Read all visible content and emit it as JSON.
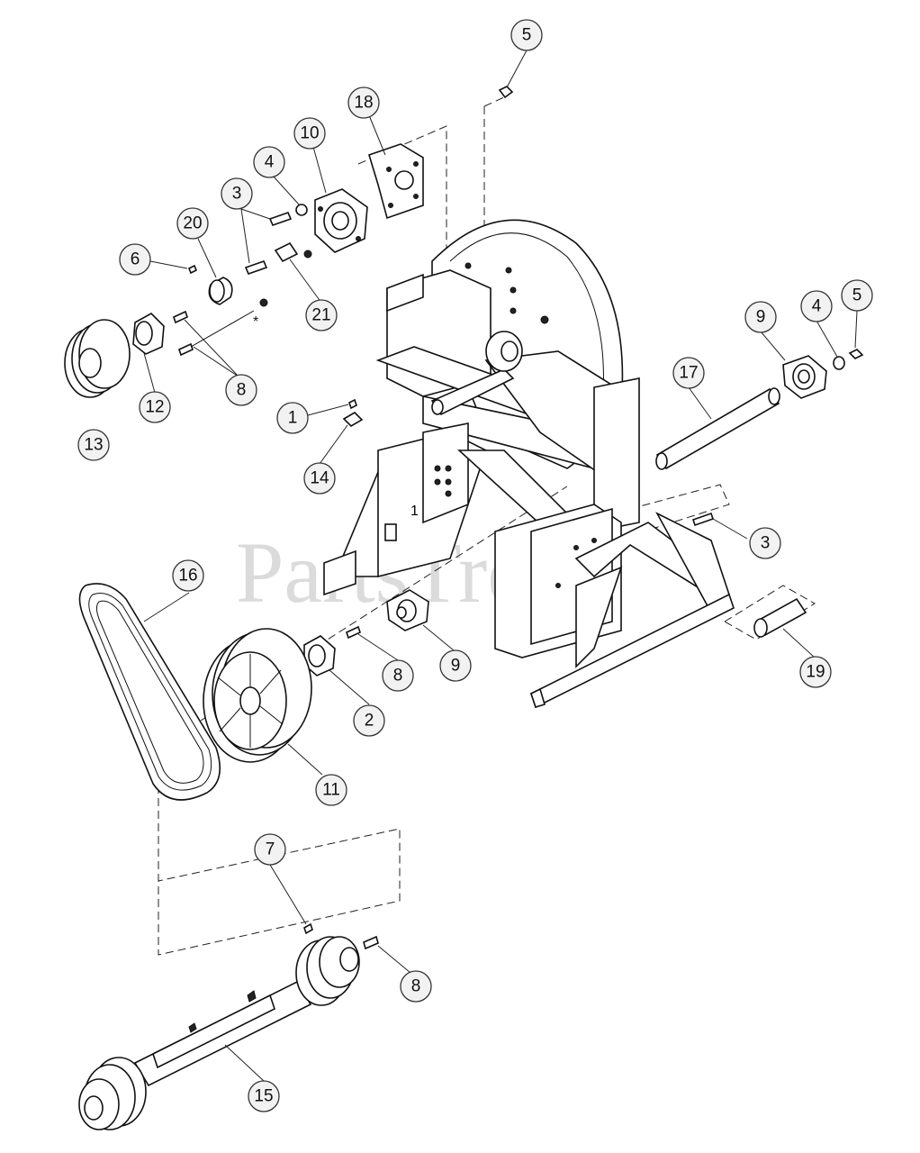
{
  "watermark": "PartsTree",
  "asterisk": "*",
  "callouts": [
    "5",
    "18",
    "10",
    "4",
    "3",
    "20",
    "6",
    "21",
    "8",
    "12",
    "13",
    "1",
    "14",
    "9",
    "4",
    "5",
    "17",
    "3",
    "16",
    "19",
    "8",
    "9",
    "2",
    "11",
    "7",
    "8",
    "15"
  ],
  "frame_label": "1"
}
